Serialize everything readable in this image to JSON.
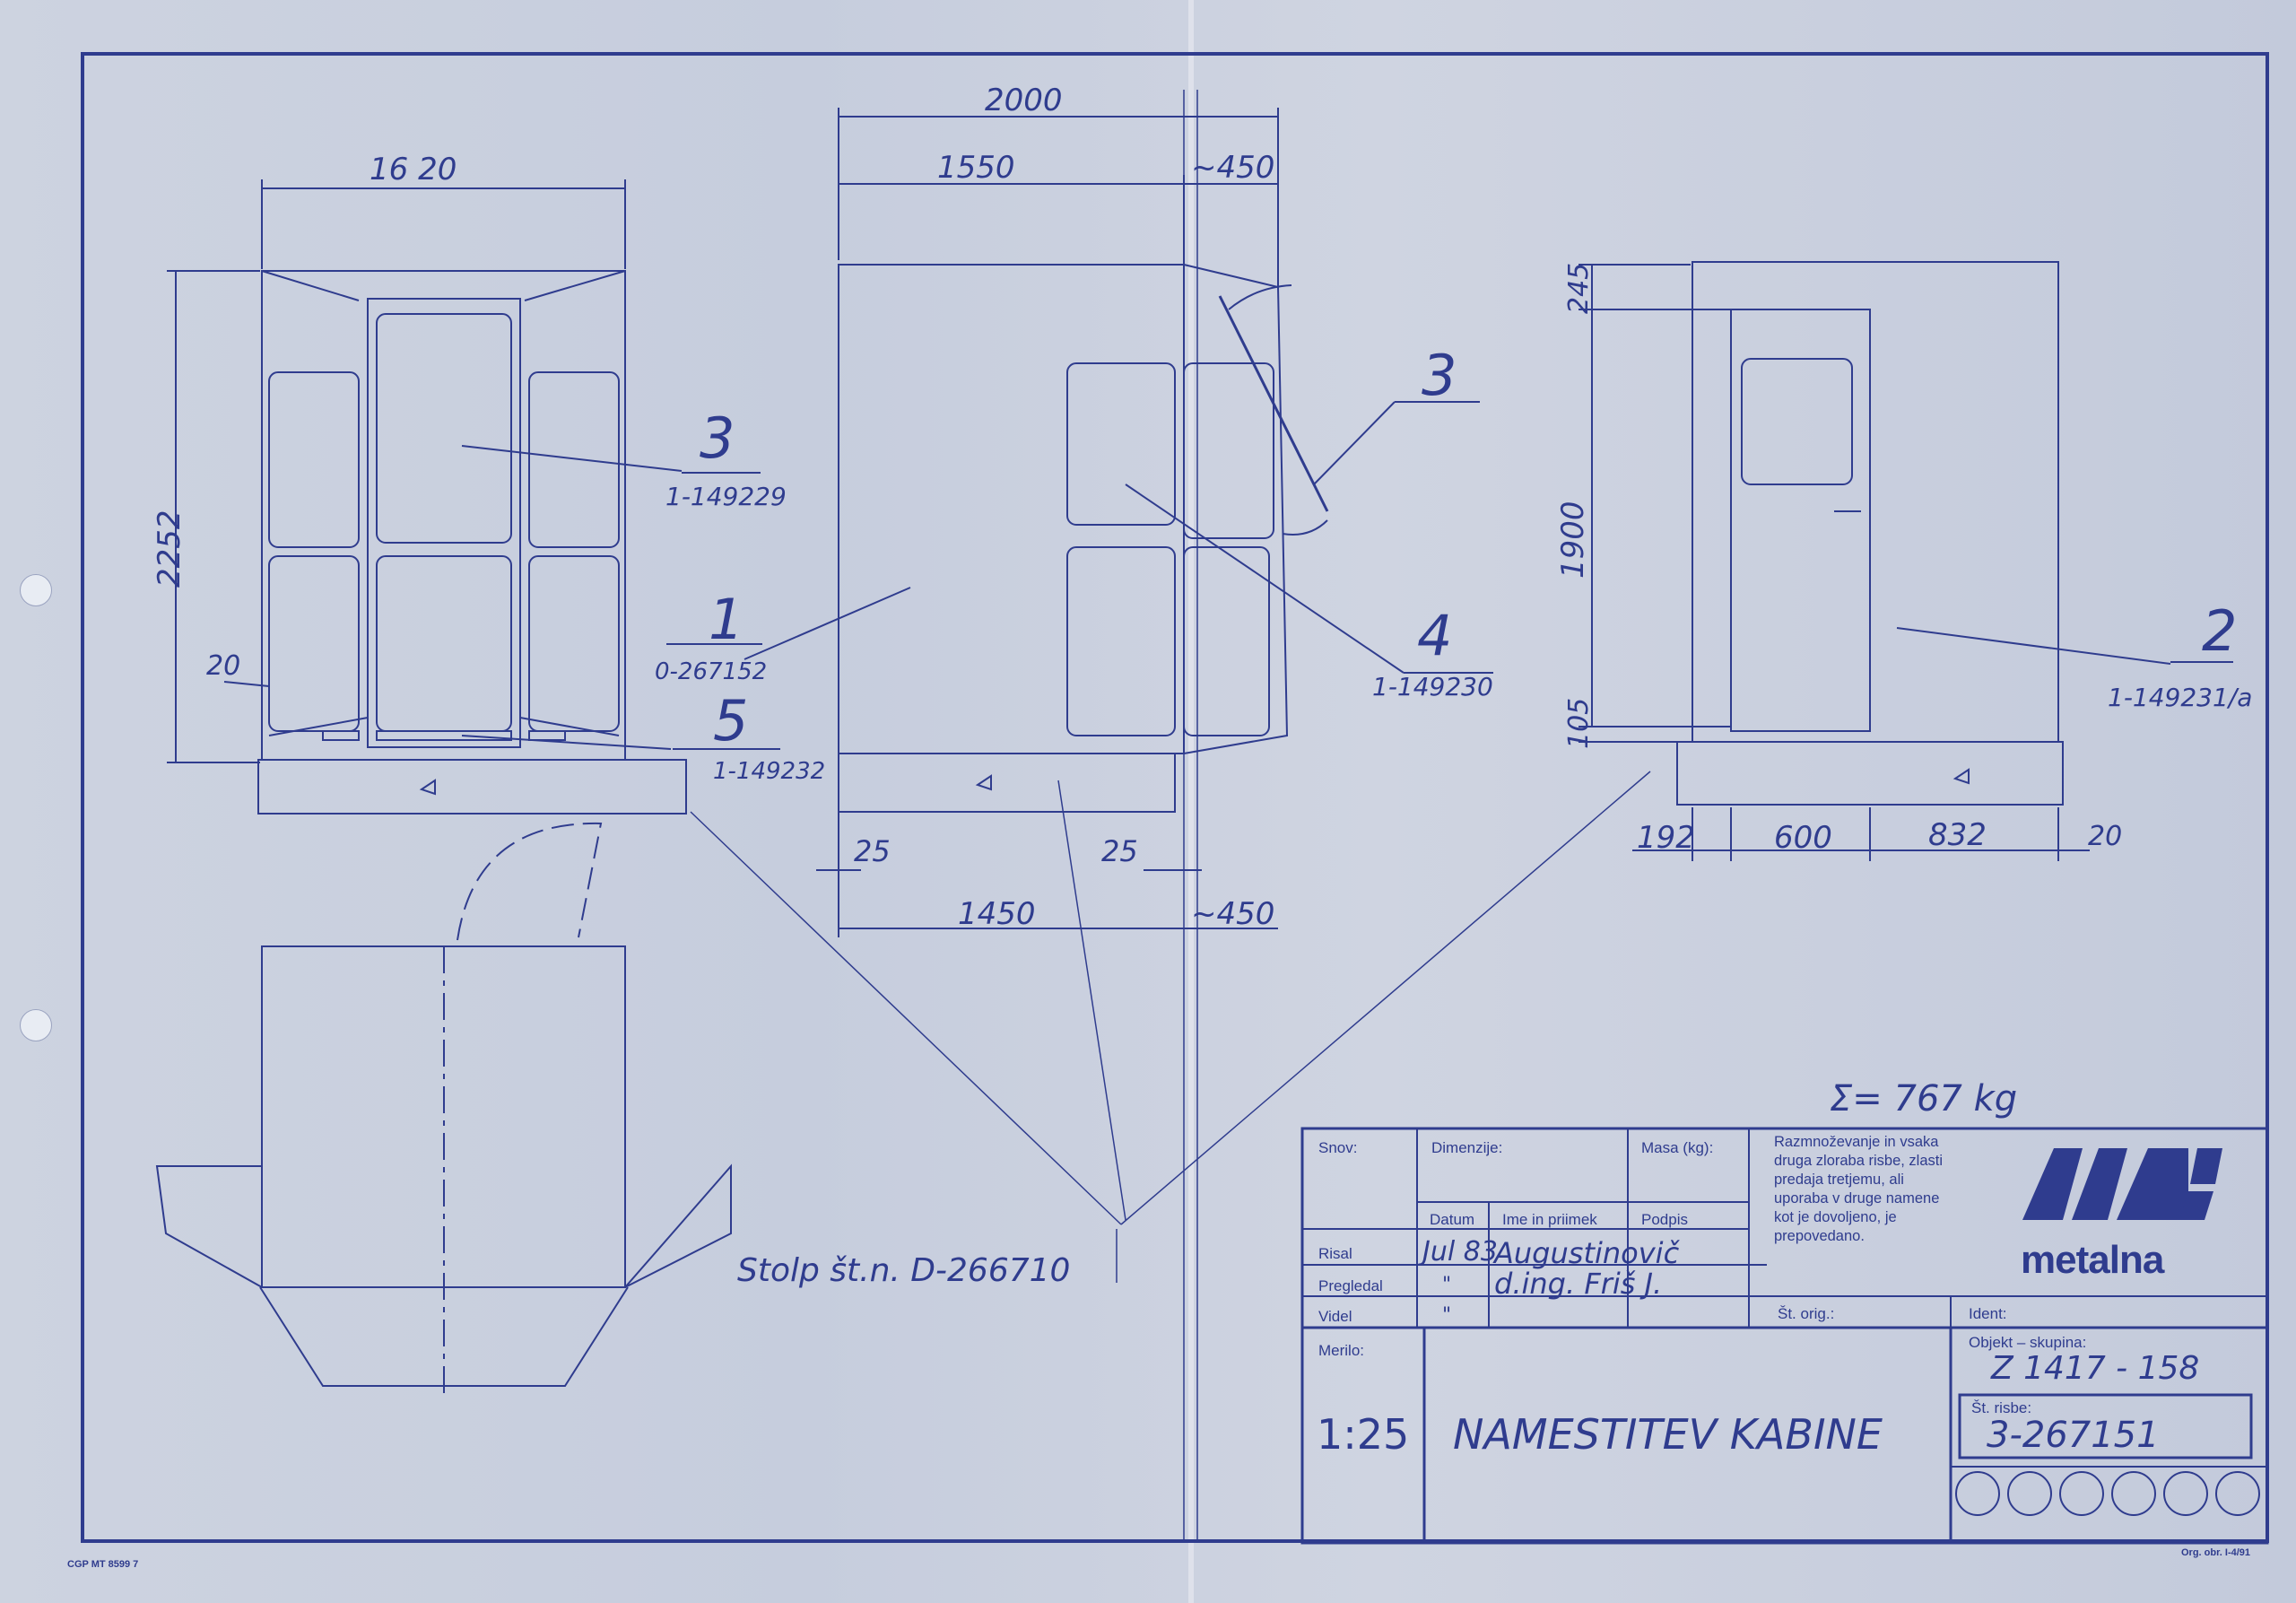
{
  "drawing": {
    "front_view": {
      "dim_width": "16 20",
      "dim_height": "2252",
      "dim_small": "20",
      "callout_3_num": "3",
      "callout_3_ref": "1-149229",
      "callout_1_num": "1",
      "callout_1_ref": "0-267152",
      "callout_5_num": "5",
      "callout_5_ref": "1-149232"
    },
    "side_view": {
      "dim_total": "2000",
      "dim_main": "1550",
      "dim_door": "~450",
      "dim_base_left": "25",
      "dim_base_right": "25",
      "dim_bottom_main": "1450",
      "dim_bottom_door": "~450",
      "callout_3_num": "3",
      "callout_4_num": "4",
      "callout_4_ref": "1-149230"
    },
    "right_view": {
      "dim_top": "245",
      "dim_door_height": "1900",
      "dim_base": "105",
      "dim_b1": "192",
      "dim_b2": "600",
      "dim_b3": "832",
      "dim_b4": "20",
      "callout_2_num": "2",
      "callout_2_ref": "1-149231/a"
    },
    "pillar_note": "Stolp št.n. D-266710",
    "total_mass": "Σ= 767 kg"
  },
  "title_block": {
    "snov_label": "Snov:",
    "dimenzije_label": "Dimenzije:",
    "masa_label": "Masa (kg):",
    "datum_label": "Datum",
    "ime_label": "Ime in priimek",
    "podpis_label": "Podpis",
    "risal_label": "Risal",
    "pregledal_label": "Pregledal",
    "videl_label": "Videl",
    "risal_date": "Jul 83",
    "risal_name": "Augustinovič",
    "pregledal_date": "\"",
    "pregledal_name": "d.ing. Friš J.",
    "videl_date": "\"",
    "merilo_label": "Merilo:",
    "scale": "1:25",
    "title": "NAMESTITEV KABINE",
    "st_orig_label": "Št. orig.:",
    "ident_label": "Ident:",
    "objekt_label": "Objekt – skupina:",
    "objekt_value": "Z 1417 - 158",
    "st_risbe_label": "Št. risbe:",
    "st_risbe_value": "3-267151",
    "notice": "Razmnoževanje in vsaka druga zloraba risbe, zlasti predaja tretjemu, ali uporaba v druge namene kot je dovoljeno, je prepovedano.",
    "company": "metalna"
  },
  "footer": {
    "left_code": "CGP MT 8599 7",
    "right_code": "Org. obr. I-4/91"
  },
  "colors": {
    "paper": "#c9cfdd",
    "ink": "#2f3c8e"
  }
}
